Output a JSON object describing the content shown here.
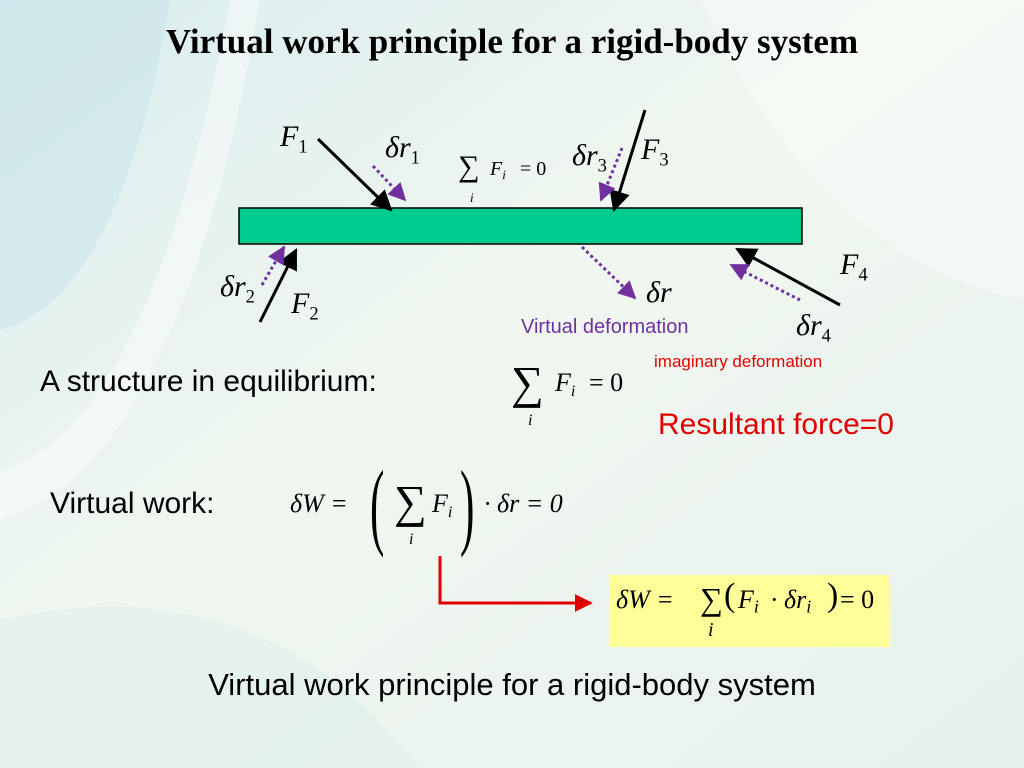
{
  "slide": {
    "title": "Virtual work principle for a rigid-body system",
    "footer": "Virtual work principle for a rigid-body system"
  },
  "diagram": {
    "forces": [
      {
        "letter": "F",
        "sub": "1"
      },
      {
        "letter": "F",
        "sub": "2"
      },
      {
        "letter": "F",
        "sub": "3"
      },
      {
        "letter": "F",
        "sub": "4"
      }
    ],
    "displacements": [
      {
        "letter": "δr",
        "sub": "1"
      },
      {
        "letter": "δr",
        "sub": "2"
      },
      {
        "letter": "δr",
        "sub": "3"
      },
      {
        "letter": "δr",
        "sub": "4"
      }
    ],
    "virtual_displacement": "δr",
    "sum_symbol": "∑",
    "sum_index": "i",
    "sum_body": "F",
    "sum_sub": "i",
    "sum_rhs": "= 0",
    "virtual_deformation_label": "Virtual deformation",
    "imaginary_deformation_label": "imaginary deformation",
    "colors": {
      "beam": "#00cc8f",
      "dotted_arrow": "#7030a0",
      "red_arrow": "#e00000",
      "highlight_box": "#ffff99"
    }
  },
  "equilibrium": {
    "label": "A structure in equilibrium:",
    "sum_symbol": "∑",
    "sum_index": "i",
    "force": "F",
    "force_sub": "i",
    "rhs": "= 0",
    "resultant": "Resultant force=0"
  },
  "virtual_work": {
    "label": "Virtual work:",
    "lhs": "δW =",
    "paren_open": "(",
    "paren_close": ")",
    "sum_symbol": "∑",
    "sum_index": "i",
    "force": "F",
    "force_sub": "i",
    "rest": "· δr = 0"
  },
  "result": {
    "lhs": "δW =",
    "sum_symbol": "∑",
    "sum_index": "i",
    "paren_open": "(",
    "force": "F",
    "force_sub": "i",
    "dot": "·",
    "dr": "δr",
    "dr_sub": "i",
    "paren_close": ")",
    "rhs": "= 0"
  }
}
